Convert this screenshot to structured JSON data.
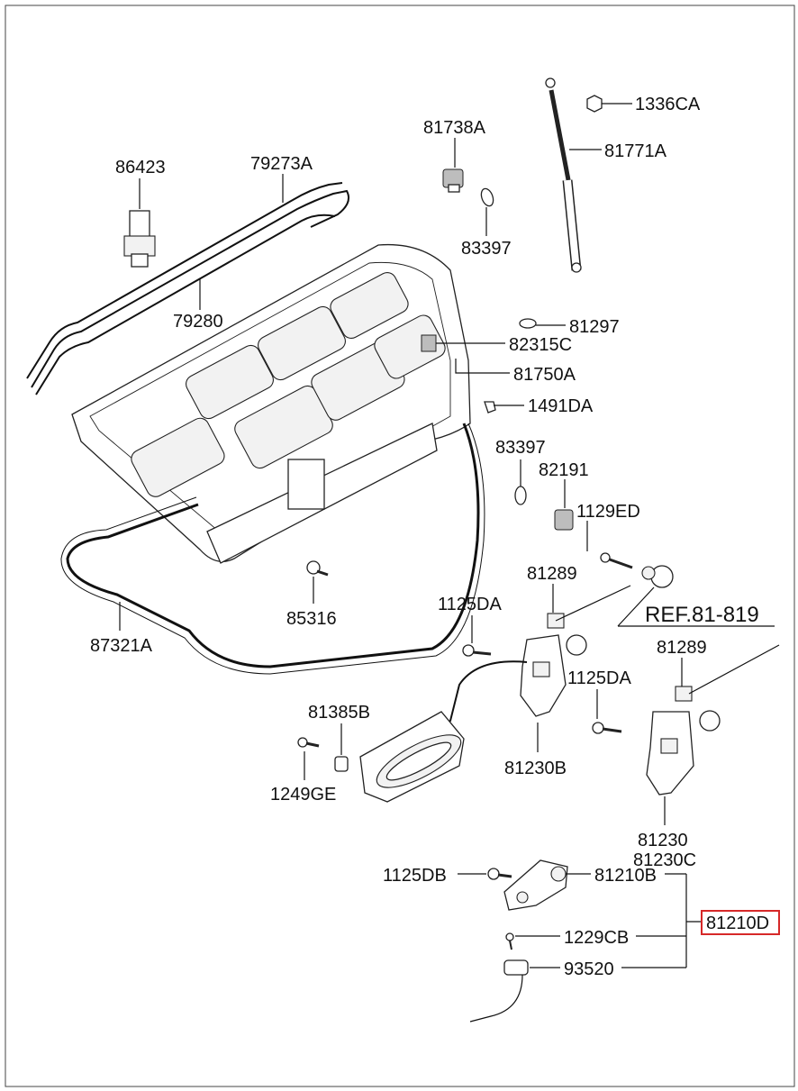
{
  "labels": {
    "p86423": "86423",
    "p79273A": "79273A",
    "p81738A": "81738A",
    "p1336CA": "1336CA",
    "p81771A": "81771A",
    "p83397_top": "83397",
    "p79280": "79280",
    "p81297": "81297",
    "p82315C": "82315C",
    "p81750A": "81750A",
    "p1491DA": "1491DA",
    "p83397_mid": "83397",
    "p82191": "82191",
    "p1129ED": "1129ED",
    "p81289_a": "81289",
    "ref": "REF.81-819",
    "p1125DA_a": "1125DA",
    "p85316": "85316",
    "p87321A": "87321A",
    "p81289_b": "81289",
    "p1125DA_b": "1125DA",
    "p81385B": "81385B",
    "p81230B": "81230B",
    "p1249GE": "1249GE",
    "p81230": "81230",
    "p81230C": "81230C",
    "p1125DB": "1125DB",
    "p81210B": "81210B",
    "p81210D": "81210D",
    "p1229CB": "1229CB",
    "p93520": "93520"
  },
  "colors": {
    "highlight_box": "#d62828",
    "line": "#111111"
  }
}
